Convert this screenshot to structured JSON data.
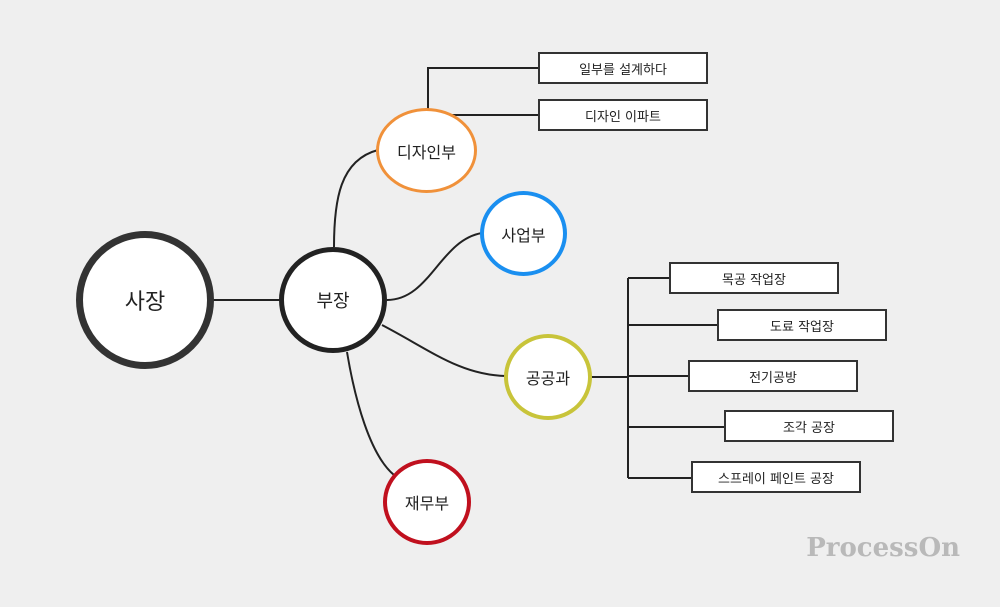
{
  "nodes": {
    "ceo": {
      "label": "사장",
      "color": "#333333"
    },
    "vice": {
      "label": "부장",
      "color": "#222222"
    },
    "design": {
      "label": "디자인부",
      "color": "#f0913a"
    },
    "business": {
      "label": "사업부",
      "color": "#1a8ff0"
    },
    "engineering": {
      "label": "공공과",
      "color": "#c8c43a"
    },
    "finance": {
      "label": "재무부",
      "color": "#c0101e"
    }
  },
  "design_children": [
    "일부를 설계하다",
    "디자인 이파트"
  ],
  "engineering_children": [
    "목공 작업장",
    "도료 작업장",
    "전기공방",
    "조각 공장",
    "스프레이 페인트 공장"
  ],
  "watermark": "ProcessOn"
}
